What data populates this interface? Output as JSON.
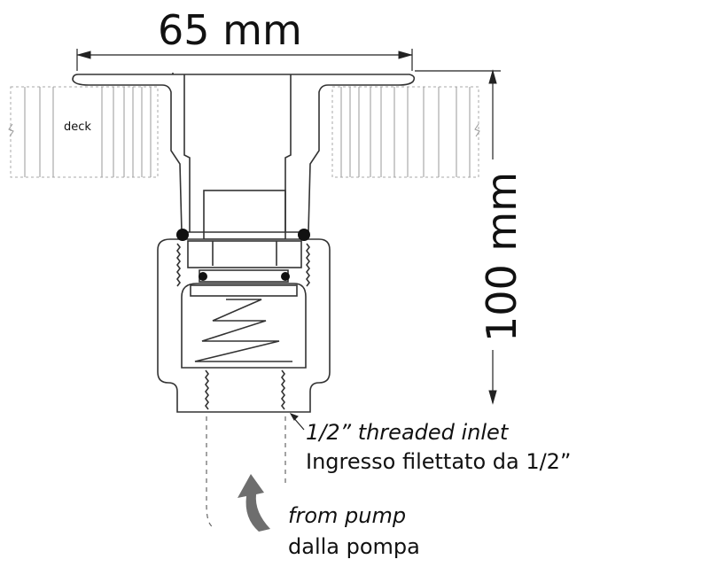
{
  "diagram": {
    "width_dimension": "65 mm",
    "height_dimension": "100 mm",
    "deck_label": "deck",
    "inlet_label_en": "1/2” threaded inlet",
    "inlet_label_it": "Ingresso filettato da 1/2”",
    "flow_label_en": "from pump",
    "flow_label_it": "dalla pompa",
    "colors": {
      "line": "#333333",
      "text": "#111111",
      "flow_arrow": "#6e6e6e"
    }
  }
}
